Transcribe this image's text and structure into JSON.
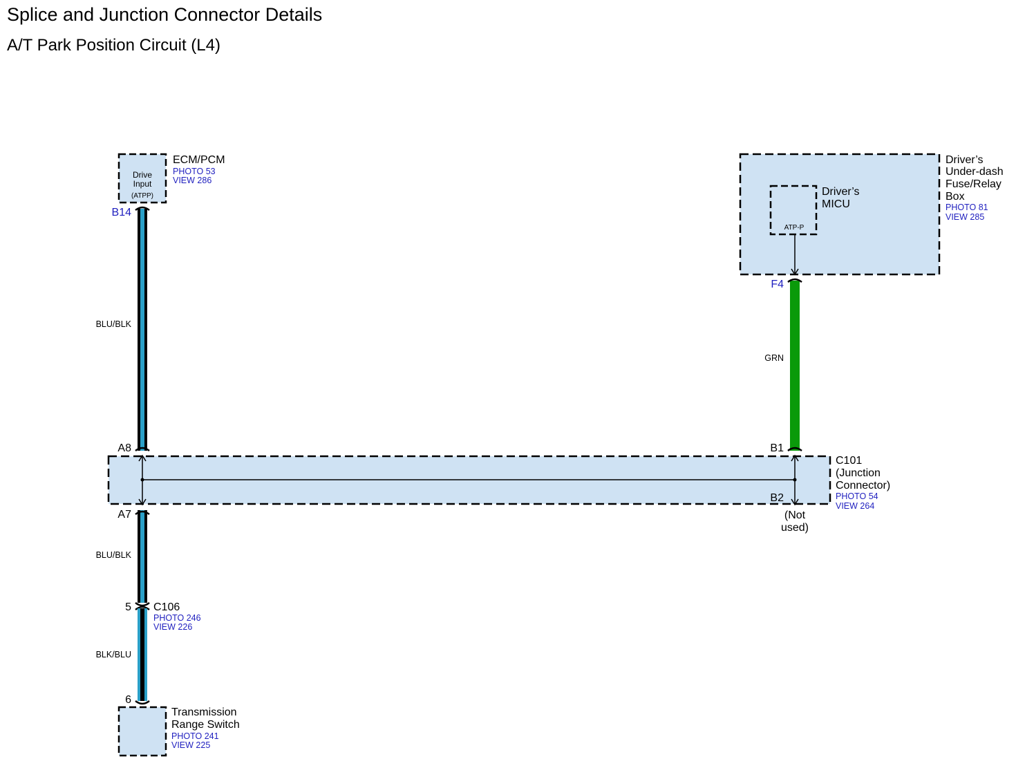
{
  "header": {
    "title": "Splice and Junction Connector Details",
    "subtitle": "A/T Park Position Circuit (L4)"
  },
  "ecm": {
    "name": "ECM/PCM",
    "photo": "PHOTO 53",
    "view": "VIEW 286",
    "inner_line1": "Drive",
    "inner_line2": "Input",
    "inner_line3": "(ATPP)",
    "pin": "B14"
  },
  "fuse_box": {
    "line1": "Driver’s",
    "line2": "Under-dash",
    "line3": "Fuse/Relay",
    "line4": "Box",
    "photo": "PHOTO 81",
    "view": "VIEW 285",
    "micu_line1": "Driver’s",
    "micu_line2": "MICU",
    "micu_terminal": "ATP-P",
    "pin": "F4"
  },
  "wires": {
    "upper_left": "BLU/BLK",
    "upper_right": "GRN",
    "lower_left": "BLU/BLK",
    "bottom_left": "BLK/BLU",
    "colors": {
      "blue": "#2aa0c8",
      "black": "#000000",
      "green": "#0a9a0a"
    }
  },
  "junction": {
    "line1": "C101",
    "line2": "(Junction",
    "line3": "Connector)",
    "photo": "PHOTO 54",
    "view": "VIEW 264",
    "pin_a8": "A8",
    "pin_a7": "A7",
    "pin_b1": "B1",
    "pin_b2": "B2",
    "not_used_line1": "(Not",
    "not_used_line2": "used)"
  },
  "c106": {
    "name": "C106",
    "photo": "PHOTO 246",
    "view": "VIEW 226",
    "pin_top": "5",
    "pin_bottom": "6"
  },
  "trs": {
    "line1": "Transmission",
    "line2": "Range Switch",
    "photo": "PHOTO 241",
    "view": "VIEW 225"
  }
}
